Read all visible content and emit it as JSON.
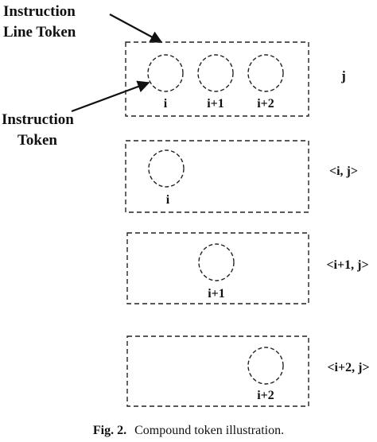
{
  "callouts": {
    "line_token": [
      "Instruction",
      "Line Token"
    ],
    "instruction_token": [
      "Instruction",
      "Token"
    ]
  },
  "rows": [
    {
      "label": "j",
      "tokens": [
        {
          "label": "i"
        },
        {
          "label": "i+1"
        },
        {
          "label": "i+2"
        }
      ]
    },
    {
      "label": "<i, j>",
      "tokens": [
        {
          "label": "i"
        }
      ]
    },
    {
      "label": "<i+1, j>",
      "tokens": [
        {
          "label": "i+1"
        }
      ]
    },
    {
      "label": "<i+2, j>",
      "tokens": [
        {
          "label": "i+2"
        }
      ]
    }
  ],
  "caption": {
    "prefix": "Fig. 2.",
    "text": "Compound token illustration."
  }
}
